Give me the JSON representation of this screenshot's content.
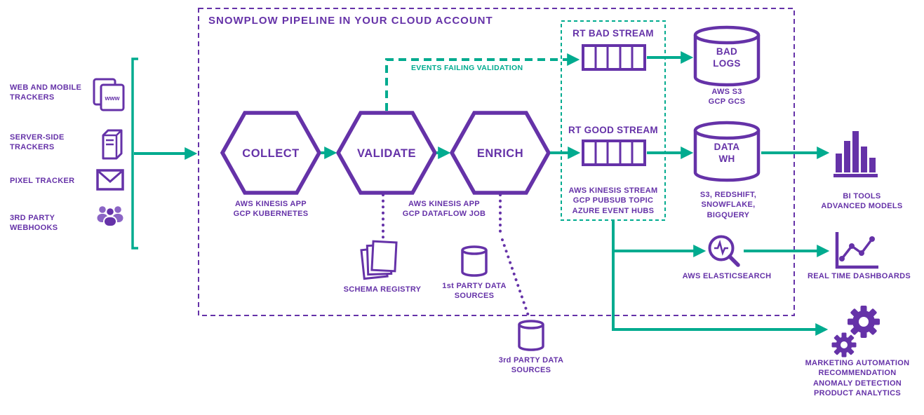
{
  "colors": {
    "purple": "#6532A8",
    "teal": "#00AB8F"
  },
  "title": "SNOWPLOW PIPELINE IN YOUR CLOUD ACCOUNT",
  "sources": {
    "web_mobile": "WEB AND MOBILE\nTRACKERS",
    "server_side": "SERVER-SIDE\nTRACKERS",
    "pixel": "PIXEL TRACKER",
    "webhooks": "3RD PARTY\nWEBHOOKS"
  },
  "icons": {
    "browser_text": "www"
  },
  "stages": {
    "collect": {
      "label": "COLLECT",
      "caption": "AWS KINESIS APP\nGCP KUBERNETES"
    },
    "validate": {
      "label": "VALIDATE"
    },
    "enrich": {
      "label": "ENRICH",
      "caption": "AWS KINESIS APP\nGCP DATAFLOW JOB"
    }
  },
  "validation": {
    "failing_label": "EVENTS FAILING VALIDATION"
  },
  "streams": {
    "bad": "RT BAD STREAM",
    "good": "RT GOOD STREAM",
    "caption": "AWS KINESIS STREAM\nGCP PUBSUB TOPIC\nAZURE EVENT HUBS"
  },
  "stores": {
    "bad_logs": {
      "label": "BAD\nLOGS",
      "caption": "AWS S3\nGCP GCS"
    },
    "data_wh": {
      "label": "DATA\nWH",
      "caption": "S3, REDSHIFT,\nSNOWFLAKE, BIGQUERY"
    }
  },
  "registries": {
    "schema": "SCHEMA REGISTRY",
    "first_party": "1st PARTY DATA\nSOURCES",
    "third_party": "3rd PARTY DATA\nSOURCES"
  },
  "outputs": {
    "bi": "BI TOOLS\nADVANCED MODELS",
    "elasticsearch": "AWS ELASTICSEARCH",
    "dashboards": "REAL TIME DASHBOARDS",
    "activation": "MARKETING AUTOMATION\nRECOMMENDATION\nANOMALY DETECTION\nPRODUCT ANALYTICS"
  }
}
